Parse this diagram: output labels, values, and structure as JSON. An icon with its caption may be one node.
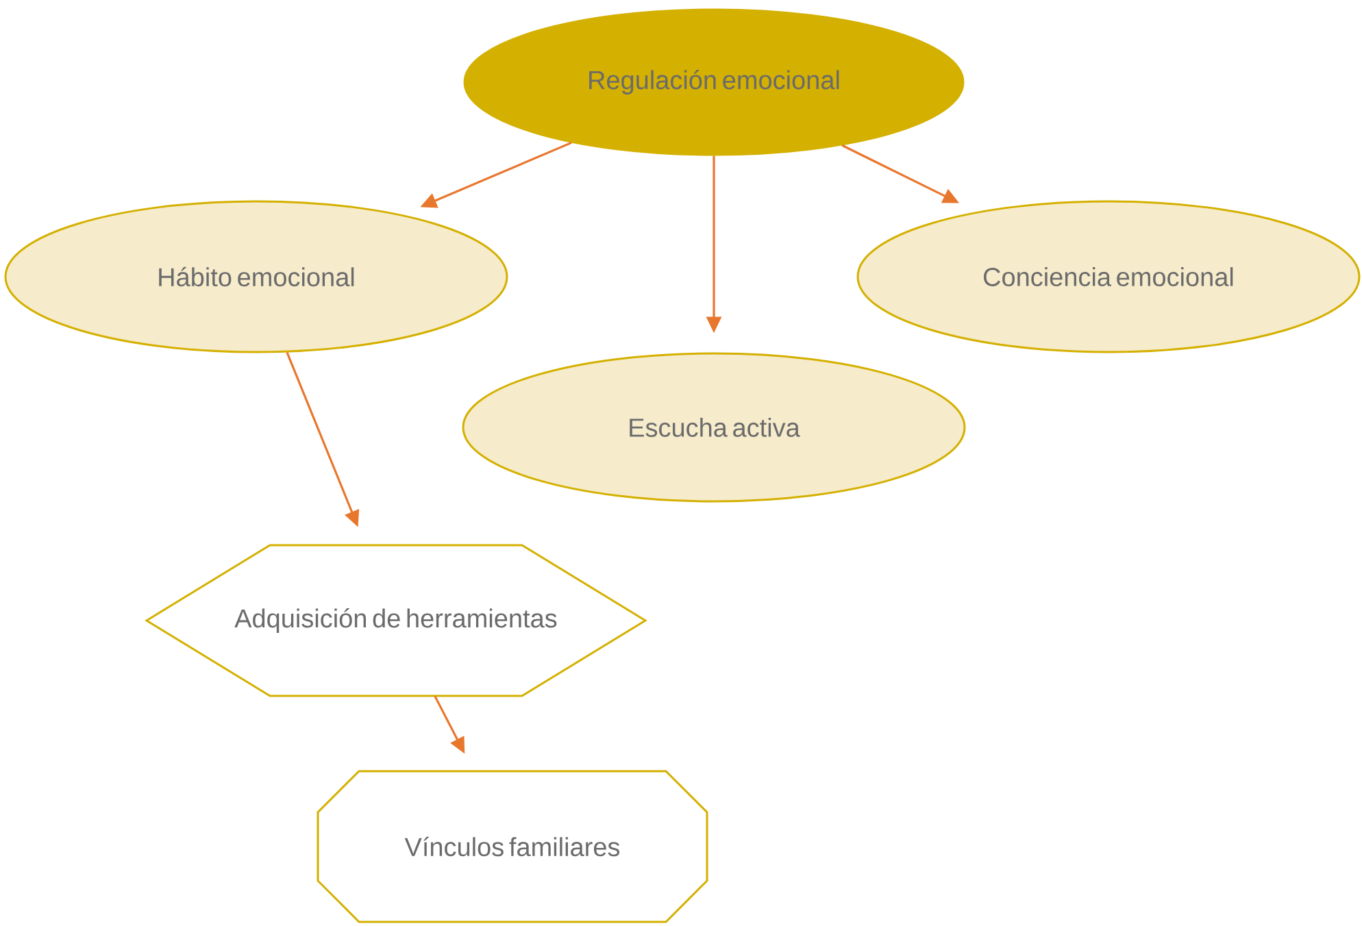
{
  "diagram": {
    "nodes": [
      {
        "text": [
          "Regulación emocional"
        ]
      },
      {
        "text": [
          "Hábito emocional"
        ]
      },
      {
        "text": [
          "Escucha activa"
        ]
      },
      {
        "text": [
          "Conciencia emocional"
        ]
      },
      {
        "text": [
          "Adquisición de herramientas"
        ]
      },
      {
        "text": [
          "Vínculos familiares"
        ]
      }
    ],
    "edges": [
      {
        "from": 0,
        "to": 1,
        "arrow": "to"
      },
      {
        "from": 0,
        "to": 2,
        "arrow": "to"
      },
      {
        "from": 0,
        "to": 3,
        "arrow": "to"
      },
      {
        "from": 1,
        "to": 4,
        "arrow": "to"
      },
      {
        "from": 4,
        "to": 5,
        "arrow": "to"
      }
    ]
  }
}
